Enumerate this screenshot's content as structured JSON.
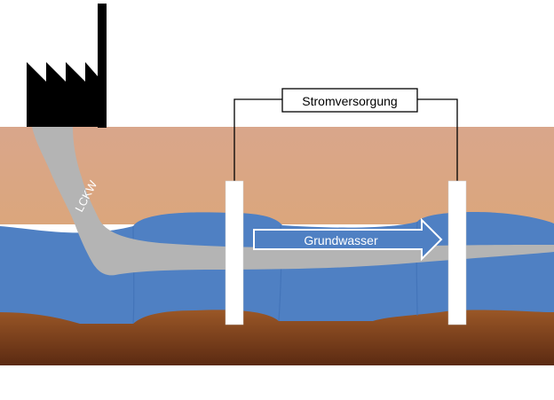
{
  "labels": {
    "power_supply": "Stromversorgung",
    "groundwater": "Grundwasser",
    "contaminant": "LCKW"
  },
  "colors": {
    "background": "#ffffff",
    "soil_top": "#cf9f82",
    "soil_bottom": "#dca77e",
    "water": "#4f7fc2",
    "water_dark": "#3d6db3",
    "clay_top": "#a55f2c",
    "clay_bottom": "#5a2a12",
    "plume": "#b3b3b3",
    "factory": "#000000",
    "electrode": "#ffffff",
    "wire": "#000000"
  },
  "icons": {
    "factory": "factory-icon",
    "arrow": "arrow-right-icon"
  }
}
